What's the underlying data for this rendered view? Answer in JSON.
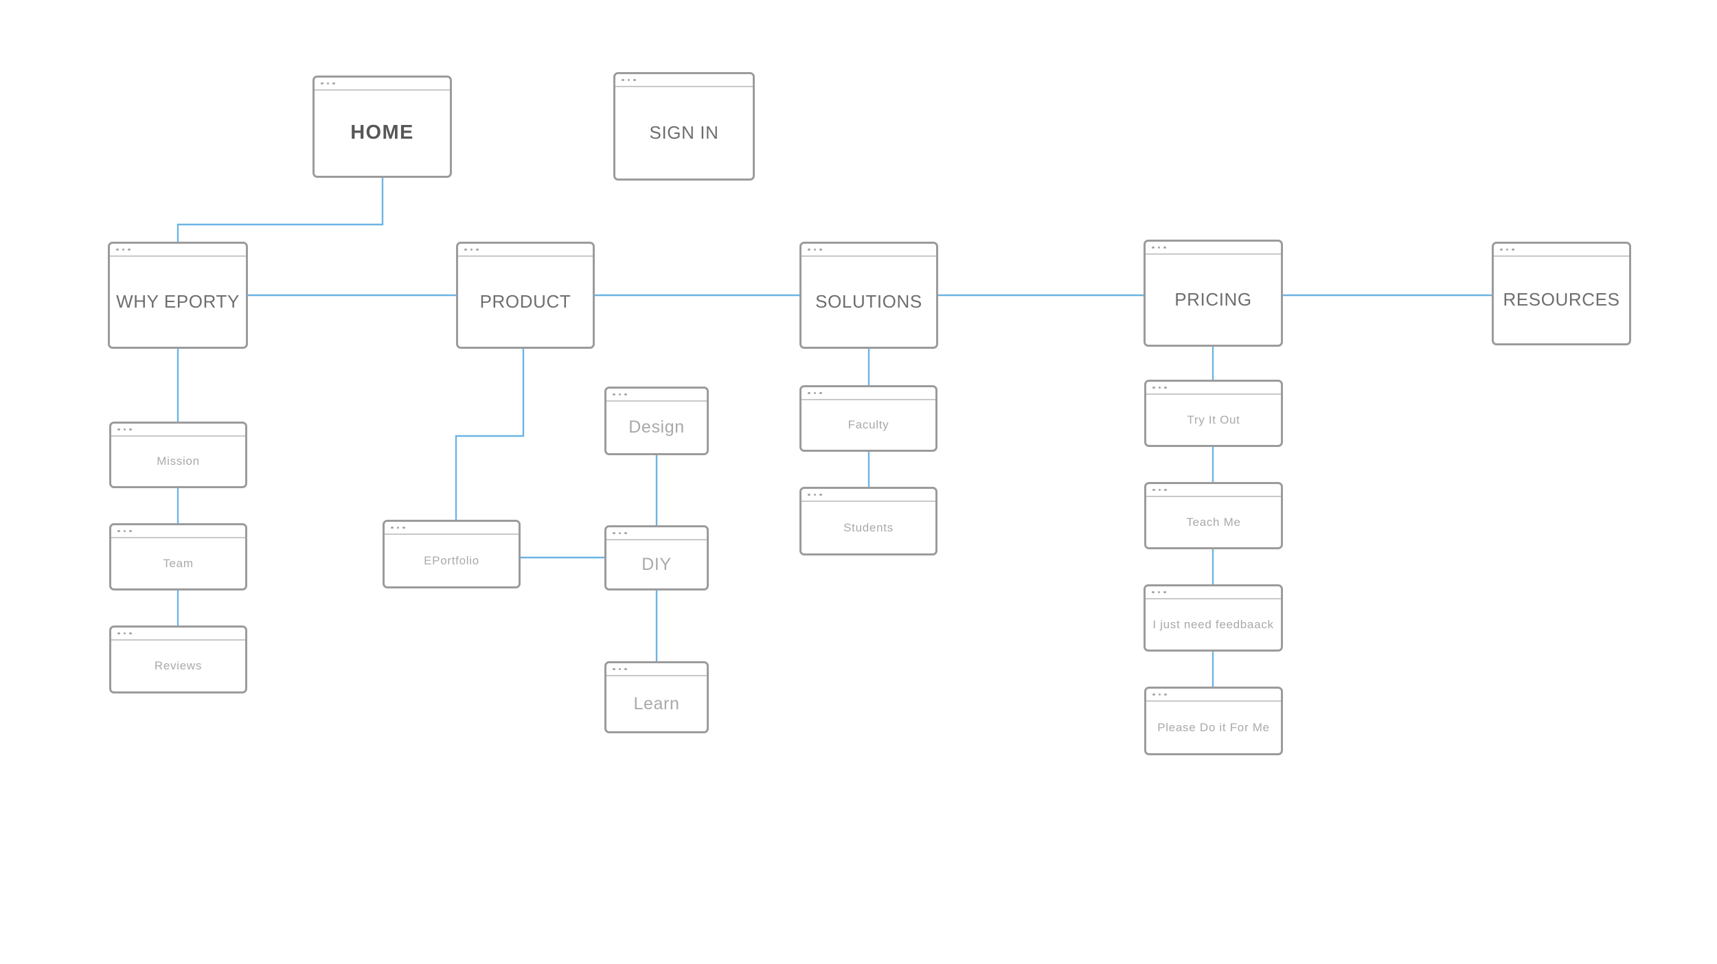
{
  "diagram": {
    "title": "Eporty Website Sitemap",
    "type": "sitemap",
    "colors": {
      "background": "#ffffff",
      "node_border": "#9b9b9b",
      "node_chrome_divider": "#c8c8c8",
      "connector": "#6cb4e4",
      "text_dark": "#575757",
      "text_primary": "#6e6e6e",
      "text_muted": "#a9a9a9"
    }
  },
  "nodes": {
    "home": {
      "label": "HOME"
    },
    "sign_in": {
      "label": "SIGN IN"
    },
    "why_eporty": {
      "label": "WHY EPORTY"
    },
    "product": {
      "label": "PRODUCT"
    },
    "solutions": {
      "label": "SOLUTIONS"
    },
    "pricing": {
      "label": "PRICING"
    },
    "resources": {
      "label": "RESOURCES"
    },
    "mission": {
      "label": "Mission"
    },
    "team": {
      "label": "Team"
    },
    "reviews": {
      "label": "Reviews"
    },
    "design": {
      "label": "Design"
    },
    "eportfolio": {
      "label": "EPortfolio"
    },
    "diy": {
      "label": "DIY"
    },
    "learn": {
      "label": "Learn"
    },
    "faculty": {
      "label": "Faculty"
    },
    "students": {
      "label": "Students"
    },
    "try_it_out": {
      "label": "Try It Out"
    },
    "teach_me": {
      "label": "Teach Me"
    },
    "feedback": {
      "label": "I just need feedbaack"
    },
    "do_it_for_me": {
      "label": "Please Do it For Me"
    }
  },
  "chrome": {
    "dot_label": "window-dot"
  }
}
